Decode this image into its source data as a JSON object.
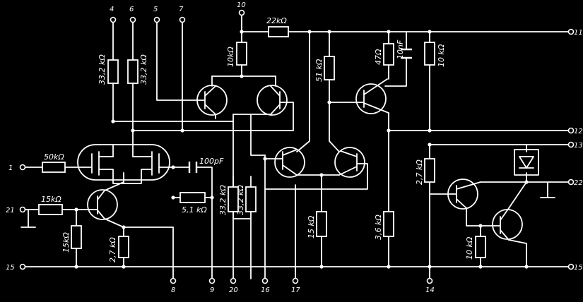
{
  "pins": {
    "p1": "1",
    "p4": "4",
    "p6": "6",
    "p5": "5",
    "p7": "7",
    "p10": "10",
    "p11": "11",
    "p12": "12",
    "p13": "13",
    "p22": "22",
    "p15r": "15",
    "p21": "21",
    "p15l": "15",
    "p8": "8",
    "p9": "9",
    "p20": "20",
    "p16": "16",
    "p17": "17",
    "p14": "14"
  },
  "components": {
    "r_in": "50kΩ",
    "r_332a": "33,2 kΩ",
    "r_332b": "33,2 kΩ",
    "r_10k_top": "10kΩ",
    "r_22k": "22kΩ",
    "r_51k": "51 kΩ",
    "r_47": "47Ω",
    "c_10n": "10nF",
    "r_10k_right": "10 kΩ",
    "r_15k_in": "15kΩ",
    "r_15k_v": "15kΩ",
    "r_27k_a": "2,7 kΩ",
    "c_100p": "100pF",
    "r_51k_b": "5,1 kΩ",
    "r_332c": "33,2 kΩ",
    "r_332d": "33,2 kΩ",
    "r_15k_mid": "15 kΩ",
    "r_36k": "3,6 kΩ",
    "r_27k_b": "2,7 kΩ",
    "r_10k_b": "10 kΩ"
  }
}
